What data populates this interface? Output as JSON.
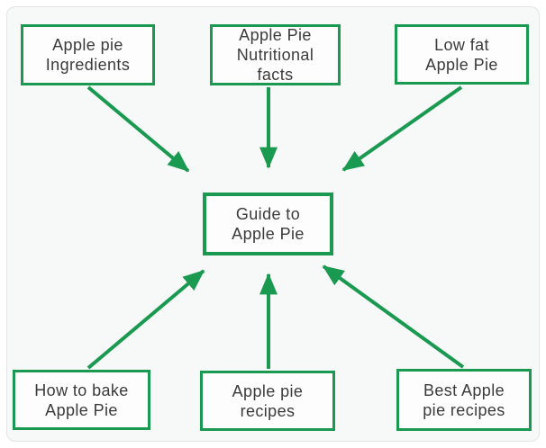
{
  "colors": {
    "accent_green": "#1a9a50",
    "text": "#3b3b3b",
    "panel_background": "#f7f8f8",
    "panel_border": "#e3e4e4",
    "node_background": "#fdfdfd"
  },
  "diagram": {
    "nodes": {
      "ingredients": {
        "lines": [
          "Apple pie",
          "Ingredients"
        ]
      },
      "nutritional": {
        "lines": [
          "Apple Pie",
          "Nutritional",
          "facts"
        ]
      },
      "low_fat": {
        "lines": [
          "Low fat",
          "Apple Pie"
        ]
      },
      "center": {
        "lines": [
          "Guide to",
          "Apple Pie"
        ]
      },
      "how_to_bake": {
        "lines": [
          "How to bake",
          "Apple Pie"
        ]
      },
      "recipes": {
        "lines": [
          "Apple pie",
          "recipes"
        ]
      },
      "best_recipes": {
        "lines": [
          "Best Apple",
          "pie recipes"
        ]
      }
    },
    "edges": [
      {
        "from": "apple-pie-ingredients",
        "to": "guide-to-apple-pie"
      },
      {
        "from": "apple-pie-nutritional-facts",
        "to": "guide-to-apple-pie"
      },
      {
        "from": "low-fat-apple-pie",
        "to": "guide-to-apple-pie"
      },
      {
        "from": "how-to-bake-apple-pie",
        "to": "guide-to-apple-pie"
      },
      {
        "from": "apple-pie-recipes",
        "to": "guide-to-apple-pie"
      },
      {
        "from": "best-apple-pie-recipes",
        "to": "guide-to-apple-pie"
      }
    ]
  }
}
